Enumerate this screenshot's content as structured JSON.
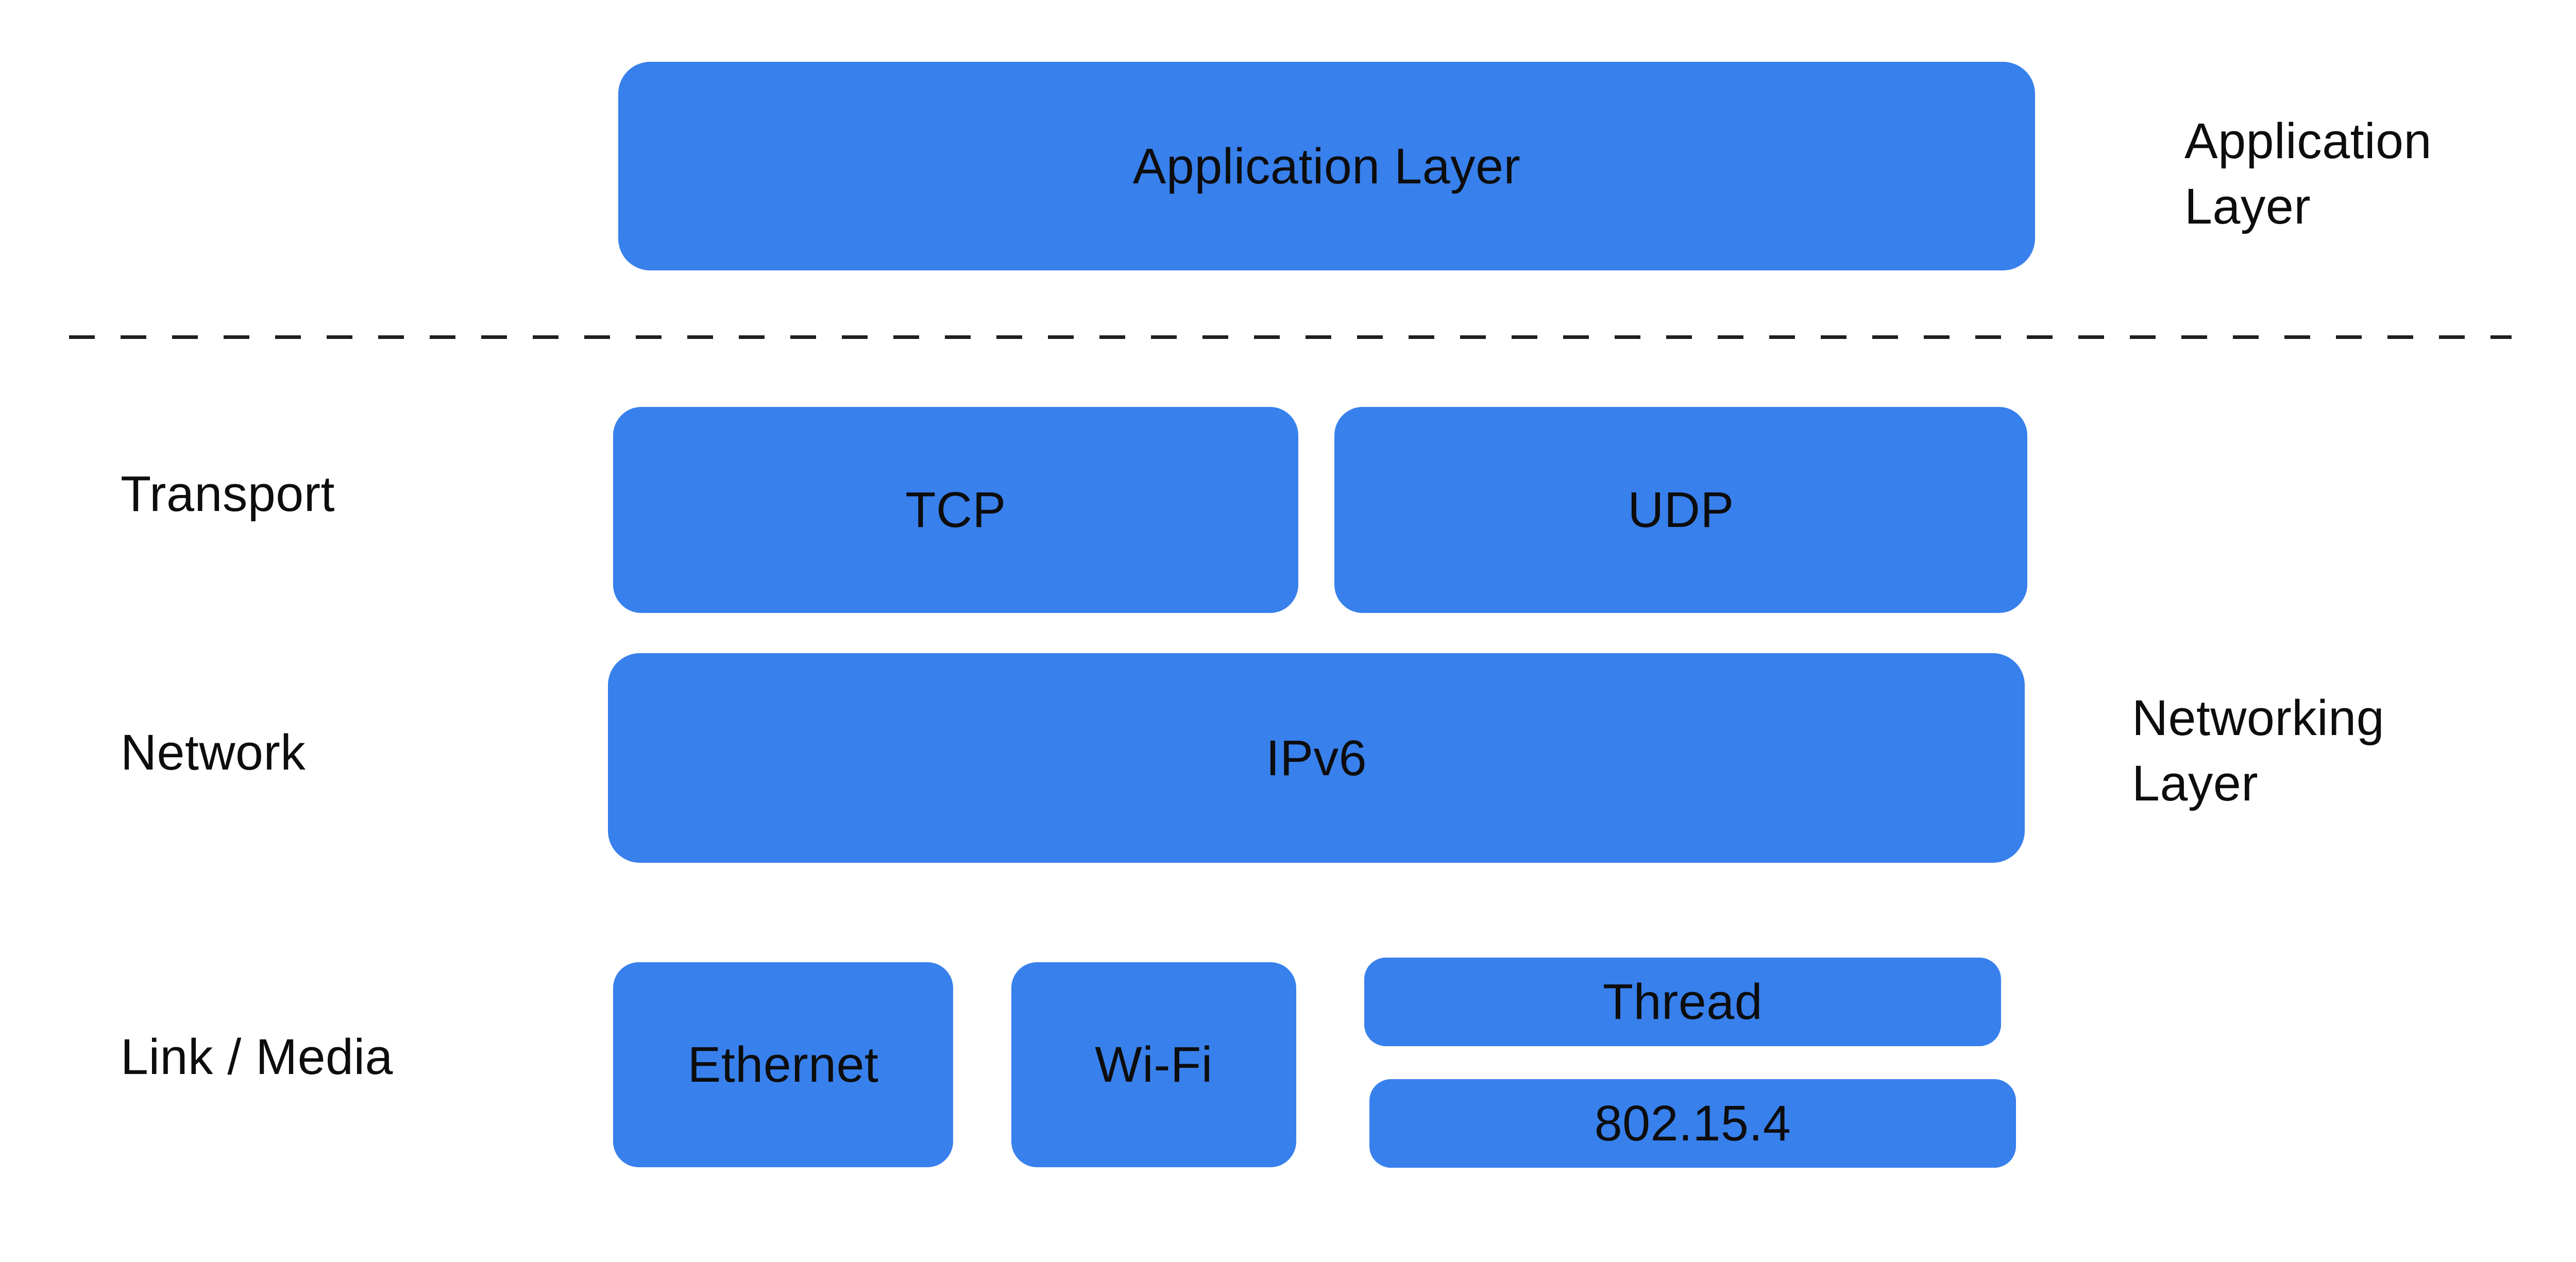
{
  "colors": {
    "blue": "#3880ec",
    "text": "#0d0d0d",
    "dash": "#1f1f1f",
    "bg": "#ffffff"
  },
  "boxes": {
    "application": "Application Layer",
    "tcp": "TCP",
    "udp": "UDP",
    "ipv6": "IPv6",
    "ethernet": "Ethernet",
    "wifi": "Wi-Fi",
    "thread": "Thread",
    "ieee_802_15_4": "802.15.4"
  },
  "row_labels": {
    "transport": "Transport",
    "network": "Network",
    "link_media": "Link / Media"
  },
  "side_labels": {
    "application_line1": "Application",
    "application_line2": "Layer",
    "networking_line1": "Networking",
    "networking_line2": "Layer"
  }
}
